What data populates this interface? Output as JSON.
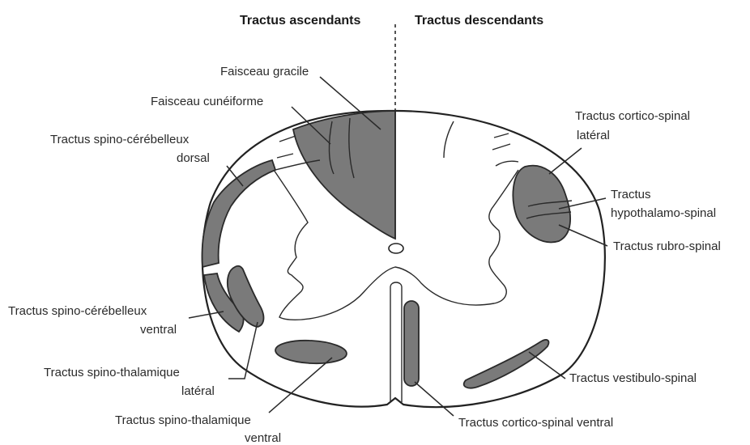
{
  "headers": {
    "left": "Tractus ascendants",
    "right": "Tractus descendants"
  },
  "labels": {
    "faisceau_gracile": "Faisceau gracile",
    "faisceau_cuneiforme": "Faisceau cunéiforme",
    "spino_cereb_dorsal_1": "Tractus spino-cérébelleux",
    "spino_cereb_dorsal_2": "dorsal",
    "spino_cereb_ventral_1": "Tractus spino-cérébelleux",
    "spino_cereb_ventral_2": "ventral",
    "spino_thal_lateral_1": "Tractus spino-thalamique",
    "spino_thal_lateral_2": "latéral",
    "spino_thal_ventral_1": "Tractus spino-thalamique",
    "spino_thal_ventral_2": "ventral",
    "cortico_spinal_lateral_1": "Tractus cortico-spinal",
    "cortico_spinal_lateral_2": "latéral",
    "hypothalamo_spinal_1": "Tractus",
    "hypothalamo_spinal_2": "hypothalamo-spinal",
    "rubro_spinal": "Tractus rubro-spinal",
    "vestibulo_spinal": "Tractus vestibulo-spinal",
    "cortico_spinal_ventral": "Tractus cortico-spinal ventral"
  },
  "colors": {
    "tract_fill": "#7a7a7a",
    "outline": "#222222",
    "background": "#ffffff"
  }
}
